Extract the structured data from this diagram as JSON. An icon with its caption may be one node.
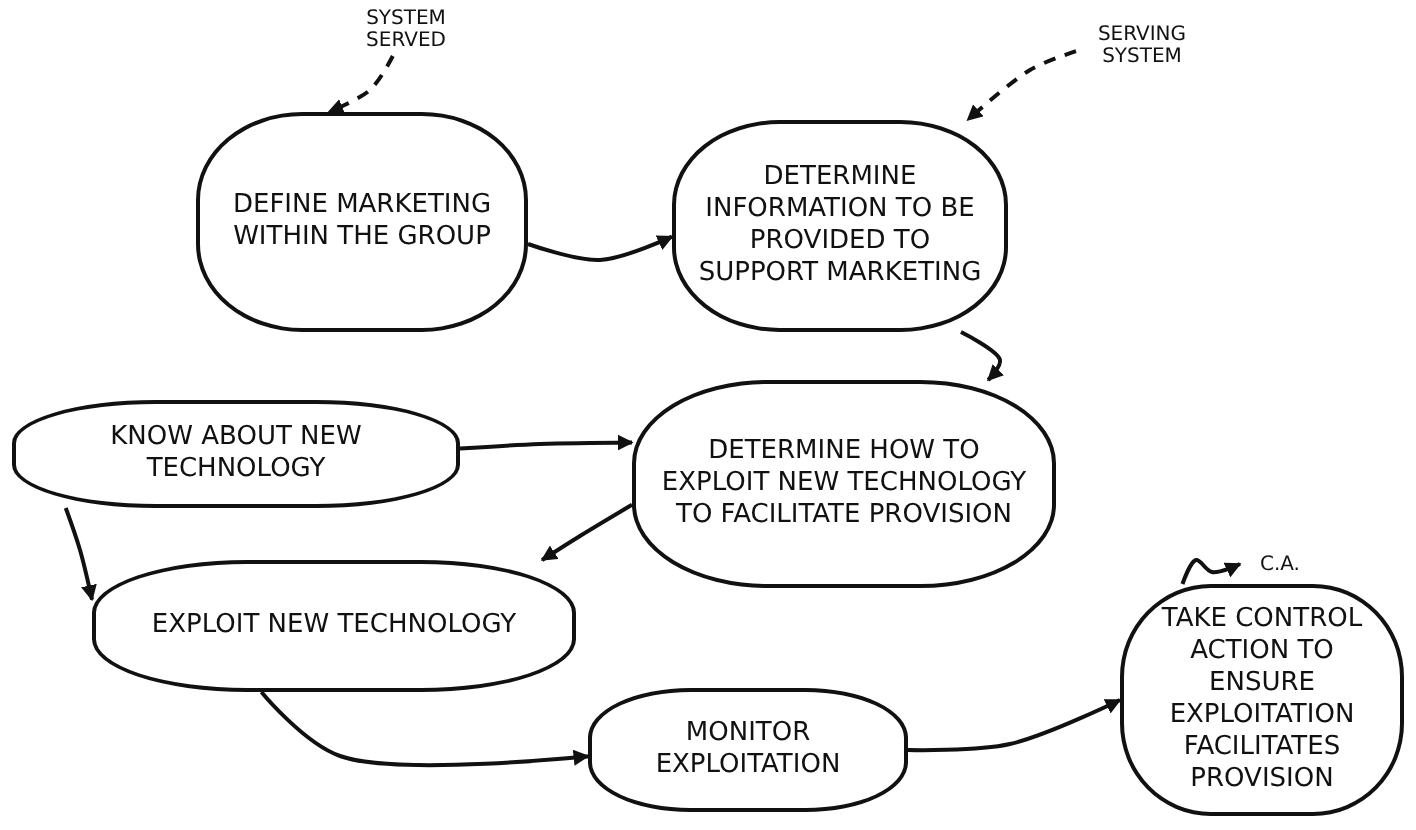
{
  "diagram": {
    "nodes": [
      {
        "text": [
          "SYSTEM SERVED"
        ]
      },
      {
        "text": [
          "SERVING SYSTEM"
        ]
      },
      {
        "text": [
          "DEFINE MARKETING WITHIN THE GROUP"
        ]
      },
      {
        "text": [
          "DETERMINE INFORMATION TO BE PROVIDED TO SUPPORT MARKETING"
        ]
      },
      {
        "text": [
          "KNOW ABOUT NEW TECHNOLOGY"
        ]
      },
      {
        "text": [
          "DETERMINE HOW TO EXPLOIT NEW TECHNOLOGY TO FACILITATE PROVISION"
        ]
      },
      {
        "text": [
          "EXPLOIT NEW TECHNOLOGY"
        ]
      },
      {
        "text": [
          "MONITOR EXPLOITATION"
        ]
      },
      {
        "text": [
          "TAKE CONTROL ACTION TO ENSURE EXPLOITATION FACILITATES PROVISION"
        ]
      },
      {
        "text": [
          "C.A."
        ]
      }
    ],
    "edges": [
      {
        "from": 0,
        "to": 2,
        "arrow": "to",
        "style": "dashed"
      },
      {
        "from": 1,
        "to": 3,
        "arrow": "to",
        "style": "dashed"
      },
      {
        "from": 2,
        "to": 3,
        "arrow": "to"
      },
      {
        "from": 3,
        "to": 5,
        "arrow": "to"
      },
      {
        "from": 4,
        "to": 5,
        "arrow": "to"
      },
      {
        "from": 4,
        "to": 6,
        "arrow": "to"
      },
      {
        "from": 5,
        "to": 6,
        "arrow": "to"
      },
      {
        "from": 6,
        "to": 7,
        "arrow": "to"
      },
      {
        "from": 7,
        "to": 8,
        "arrow": "to"
      },
      {
        "from": 8,
        "to": 9,
        "arrow": "to"
      }
    ]
  }
}
